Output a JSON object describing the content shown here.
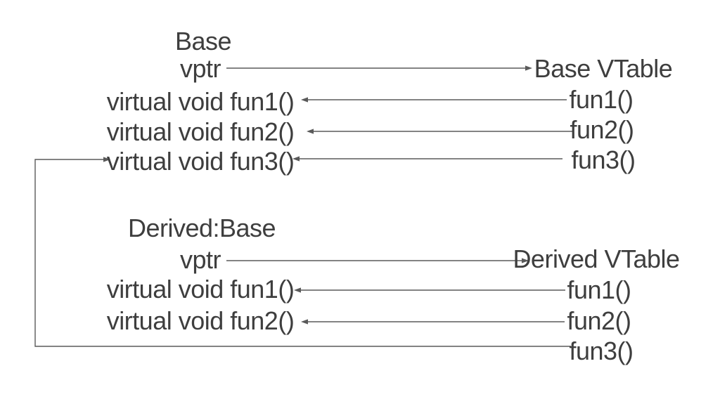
{
  "base_class": {
    "title": "Base",
    "vptr_label": "vptr",
    "methods": [
      "virtual void fun1()",
      "virtual void fun2()",
      "virtual void fun3()"
    ]
  },
  "base_vtable": {
    "title": "Base VTable",
    "entries": [
      "fun1()",
      "fun2()",
      "fun3()"
    ]
  },
  "derived_class": {
    "title": "Derived:Base",
    "vptr_label": "vptr",
    "methods": [
      "virtual void fun1()",
      "virtual void fun2()"
    ]
  },
  "derived_vtable": {
    "title": "Derived VTable",
    "entries": [
      "fun1()",
      "fun2()",
      "fun3()"
    ]
  },
  "colors": {
    "text": "#3e3e3e",
    "line": "#5a5a5a",
    "background": "#ffffff"
  }
}
